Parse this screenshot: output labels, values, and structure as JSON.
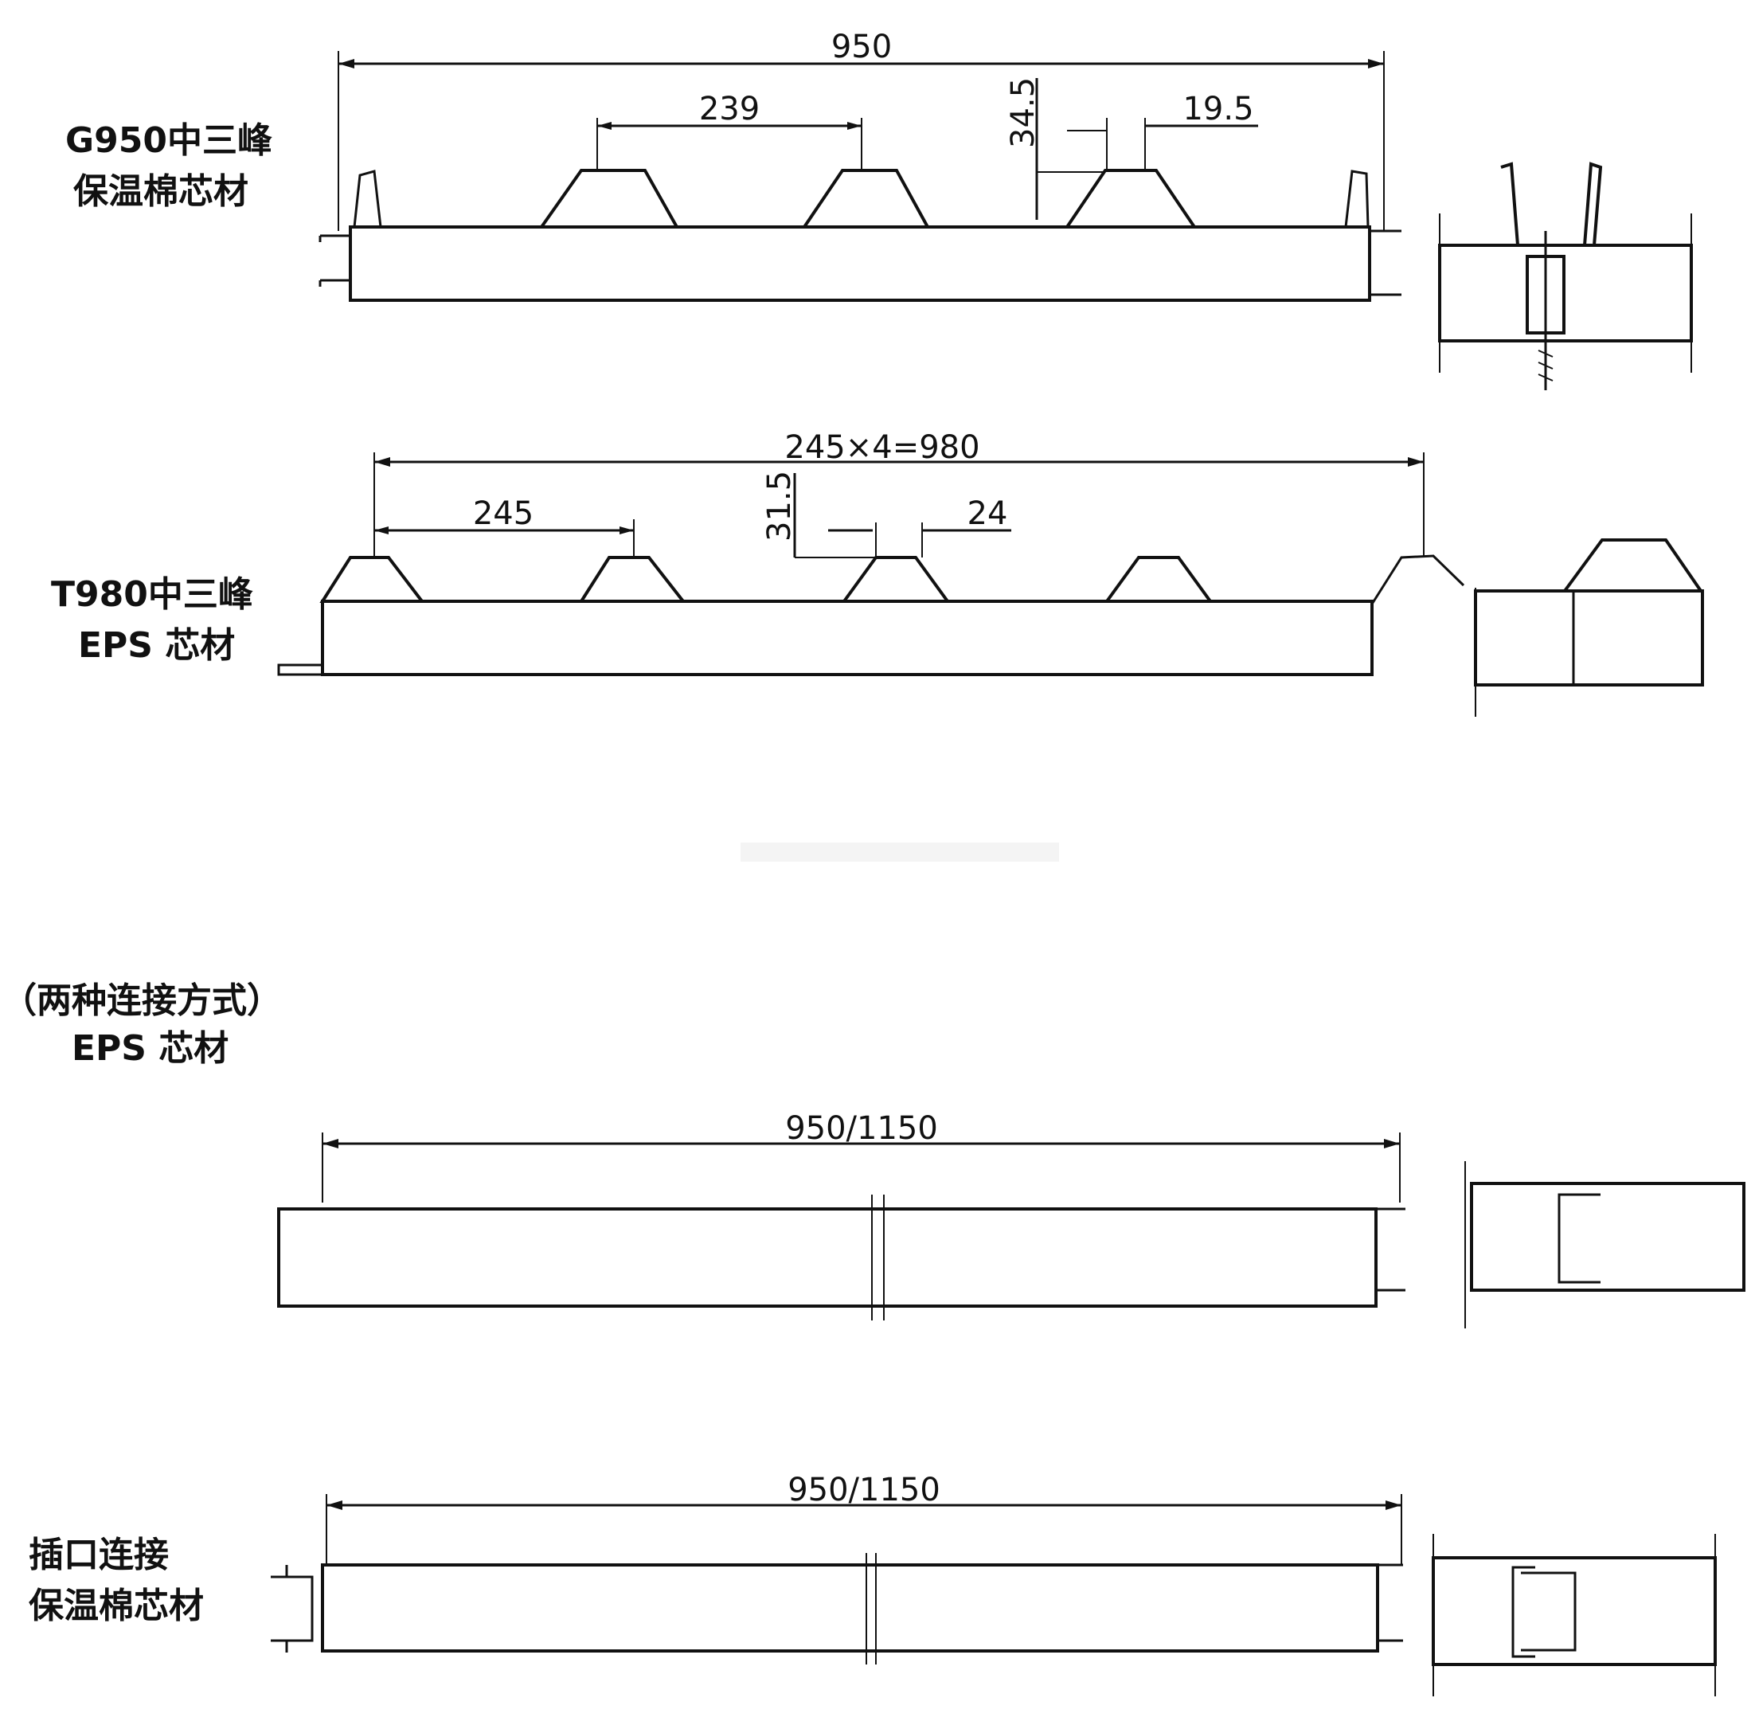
{
  "panels": [
    {
      "name_line1": "G950中三峰",
      "name_line2": "保温棉芯材",
      "dims": {
        "total": "950",
        "pitch": "239",
        "height": "34.5",
        "top": "19.5"
      }
    },
    {
      "name_line1": "T980中三峰",
      "name_line2": "EPS 芯材",
      "dims": {
        "total": "245×4=980",
        "pitch": "245",
        "height": "31.5",
        "top": "24"
      }
    },
    {
      "name_line1": "（两种连接方式）",
      "name_line2": "EPS 芯材",
      "dims": {
        "total": "950/1150"
      }
    },
    {
      "name_line1": "插口连接",
      "name_line2": "保温棉芯材",
      "dims": {
        "total": "950/1150"
      }
    }
  ],
  "colors": {
    "line": "#111111",
    "background": "#ffffff"
  }
}
